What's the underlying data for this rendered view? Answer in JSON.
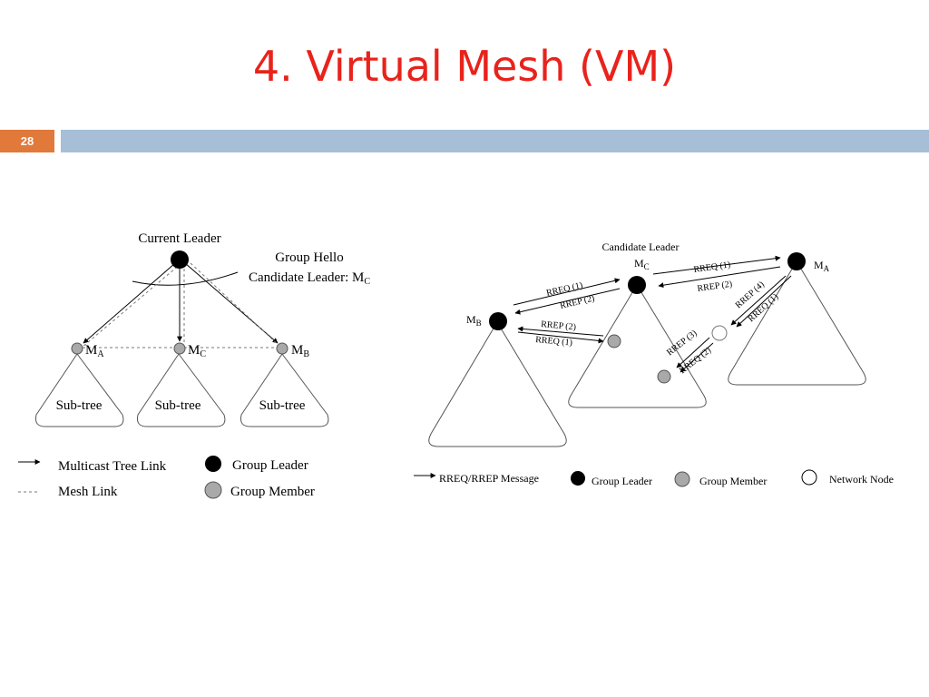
{
  "slide": {
    "title": "4. Virtual Mesh (VM)",
    "number": "28"
  },
  "left_diagram": {
    "current_leader": "Current Leader",
    "group_hello": "Group Hello",
    "candidate_leader_prefix": "Candidate Leader: M",
    "candidate_leader_sub": "C",
    "nodes": [
      {
        "base": "M",
        "sub": "A"
      },
      {
        "base": "M",
        "sub": "C"
      },
      {
        "base": "M",
        "sub": "B"
      }
    ],
    "subtree_label": "Sub-tree",
    "legend": {
      "tree_link": "Multicast Tree Link",
      "mesh_link": "Mesh Link",
      "group_leader": "Group Leader",
      "group_member": "Group Member"
    }
  },
  "right_diagram": {
    "candidate_leader": "Candidate Leader",
    "mc": {
      "base": "M",
      "sub": "C"
    },
    "ma": {
      "base": "M",
      "sub": "A"
    },
    "mb": {
      "base": "M",
      "sub": "B"
    },
    "messages": {
      "rreq1": "RREQ (1)",
      "rrep2": "RREP (2)",
      "rrep3": "RREP (3)",
      "rreq2": "RREQ (2)"
    },
    "legend": {
      "message": "RREQ/RREP Message",
      "group_leader": "Group Leader",
      "group_member": "Group Member",
      "network_node": "Network Node"
    }
  },
  "colors": {
    "title": "#e8231c",
    "number_box": "#e0793a",
    "title_bar": "#a6bfd6",
    "member": "#a9a9a9"
  }
}
